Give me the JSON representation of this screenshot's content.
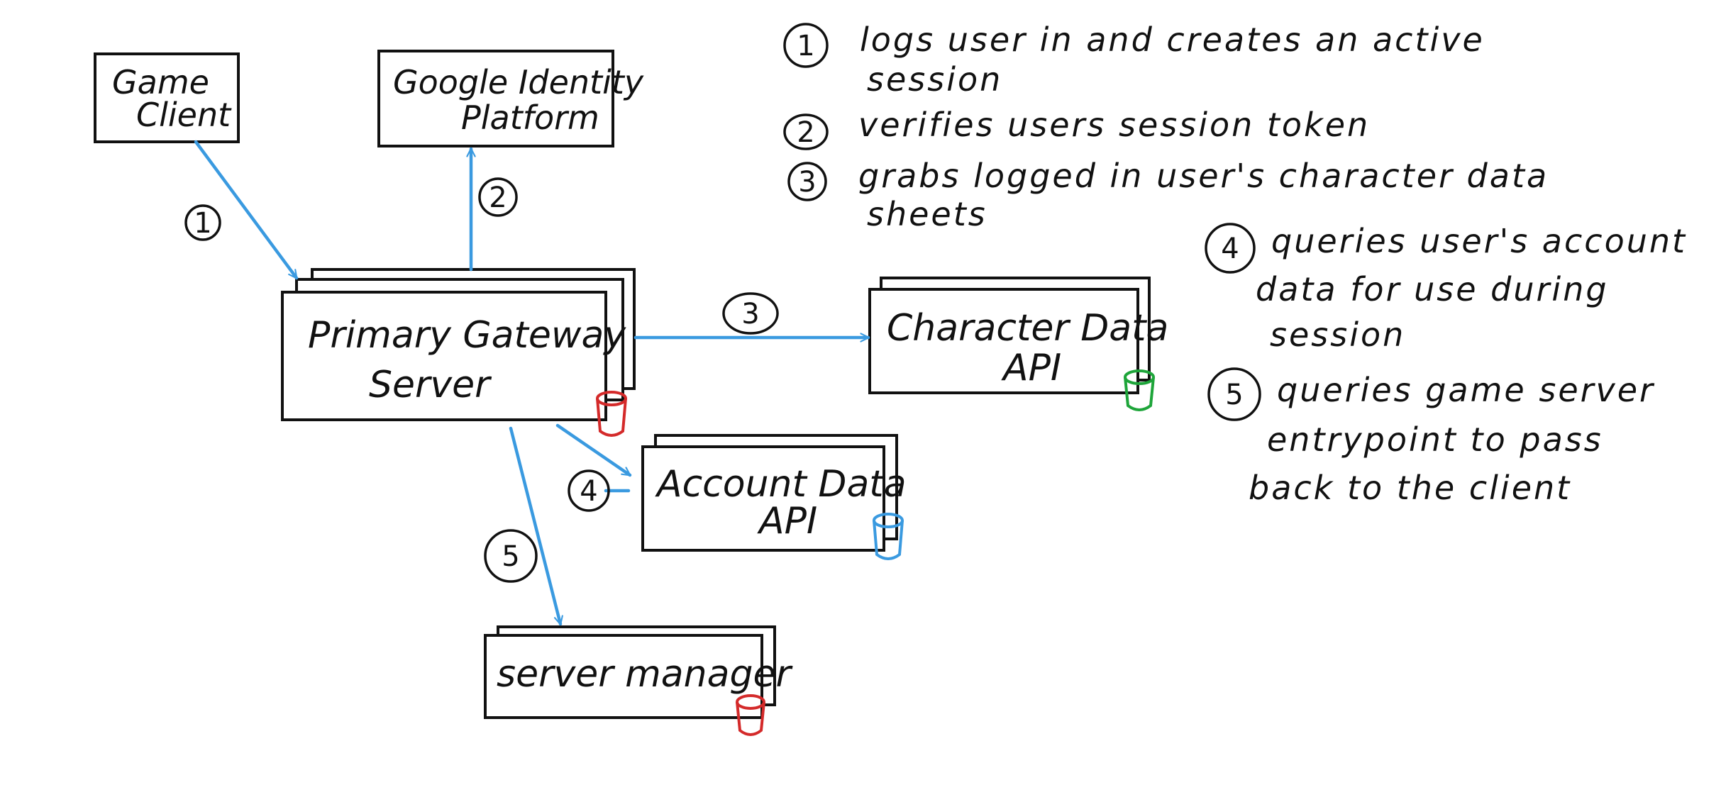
{
  "colors": {
    "arrow": "#3a9ae0",
    "ink": "#111111",
    "db_red": "#d42a2a",
    "db_green": "#1ea53a",
    "db_blue": "#3a9ae0"
  },
  "nodes": {
    "game_client": {
      "line1": "Game",
      "line2": "Client"
    },
    "google_identity": {
      "line1": "Google Identity",
      "line2": "Platform"
    },
    "primary_gateway": {
      "line1": "Primary Gateway",
      "line2": "Server"
    },
    "character_api": {
      "line1": "Character Data",
      "line2": "API"
    },
    "account_api": {
      "line1": "Account Data",
      "line2": "API"
    },
    "server_manager": {
      "line1": "server manager"
    }
  },
  "edge_labels": {
    "e1": "1",
    "e2": "2",
    "e3": "3",
    "e4": "4",
    "e5": "5"
  },
  "database_icons": [
    {
      "name": "gateway-database-icon",
      "color": "red"
    },
    {
      "name": "character-database-icon",
      "color": "green"
    },
    {
      "name": "account-database-icon",
      "color": "blue"
    },
    {
      "name": "server-manager-database-icon",
      "color": "red"
    }
  ],
  "notes": [
    {
      "num": "1",
      "line1": "logs user in and creates an active",
      "line2": "session"
    },
    {
      "num": "2",
      "line1": "verifies users session token"
    },
    {
      "num": "3",
      "line1": "grabs logged in user's character data",
      "line2": "sheets"
    },
    {
      "num": "4",
      "line1": "queries user's account",
      "line2": "data for use during",
      "line3": "session"
    },
    {
      "num": "5",
      "line1": "queries game server",
      "line2": "entrypoint to pass",
      "line3": "back to the client"
    }
  ]
}
